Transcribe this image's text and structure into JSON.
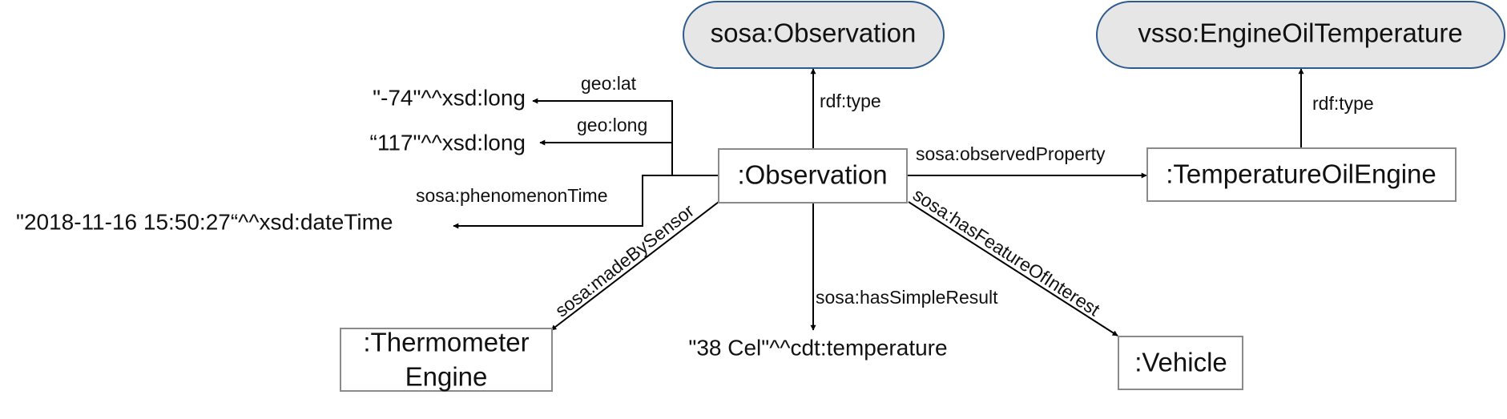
{
  "nodes": {
    "sosa_observation_class": "sosa:Observation",
    "vsso_engine_oil_temperature": "vsso:EngineOilTemperature",
    "observation": ":Observation",
    "temperature_oil_engine": ":TemperatureOilEngine",
    "thermometer_engine_line1": ":Thermometer",
    "thermometer_engine_line2": "Engine",
    "vehicle": ":Vehicle"
  },
  "literals": {
    "lat": "\"-74\"^^xsd:long",
    "long": "“117\"^^xsd:long",
    "phenomenon_time": "\"2018-11-16 15:50:27“^^xsd:dateTime",
    "simple_result": "\"38 Cel\"^^cdt:temperature"
  },
  "edges": {
    "rdf_type_observation": "rdf:type",
    "rdf_type_property": "rdf:type",
    "geo_lat": "geo:lat",
    "geo_long": "geo:long",
    "phenomenon_time": "sosa:phenomenonTime",
    "observed_property": "sosa:observedProperty",
    "made_by_sensor": "sosa:madeBySensor",
    "has_simple_result": "sosa:hasSimpleResult",
    "has_feature_of_interest": "sosa:hasFeatureOfInterest"
  },
  "colors": {
    "class_fill": "#e6e6e6",
    "class_stroke": "#2e5b8e",
    "resource_stroke": "#8a8a8a",
    "edge": "#000000"
  }
}
